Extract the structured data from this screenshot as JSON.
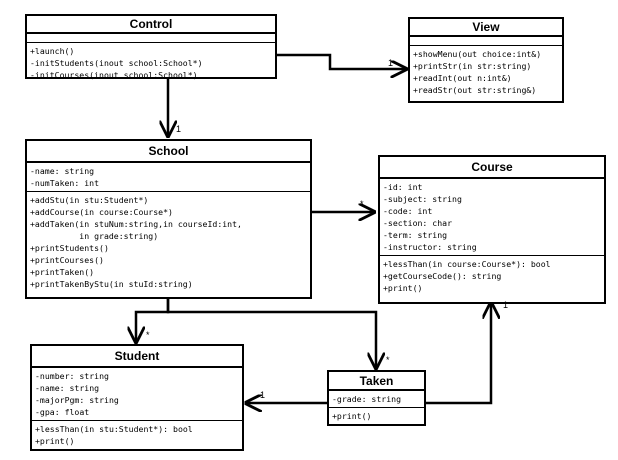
{
  "diagram": {
    "classes": {
      "control": {
        "name": "Control",
        "attributes": [],
        "operations": [
          "+launch()",
          "-initStudents(inout school:School*)",
          "-initCourses(inout school:School*)"
        ]
      },
      "view": {
        "name": "View",
        "attributes": [],
        "operations": [
          "+showMenu(out choice:int&)",
          "+printStr(in str:string)",
          "+readInt(out n:int&)",
          "+readStr(out str:string&)"
        ]
      },
      "school": {
        "name": "School",
        "attributes": [
          "-name: string",
          "-numTaken: int"
        ],
        "operations": [
          "+addStu(in stu:Student*)",
          "+addCourse(in course:Course*)",
          "+addTaken(in stuNum:string,in courseId:int,",
          "          in grade:string)",
          "+printStudents()",
          "+printCourses()",
          "+printTaken()",
          "+printTakenByStu(in stuId:string)"
        ]
      },
      "course": {
        "name": "Course",
        "attributes": [
          "-id: int",
          "-subject: string",
          "-code: int",
          "-section: char",
          "-term: string",
          "-instructor: string"
        ],
        "operations": [
          "+lessThan(in course:Course*): bool",
          "+getCourseCode(): string",
          "+print()"
        ]
      },
      "student": {
        "name": "Student",
        "attributes": [
          "-number: string",
          "-name: string",
          "-majorPgm: string",
          "-gpa: float"
        ],
        "operations": [
          "+lessThan(in stu:Student*): bool",
          "+print()"
        ]
      },
      "taken": {
        "name": "Taken",
        "attributes": [
          "-grade: string"
        ],
        "operations": [
          "+print()"
        ]
      }
    },
    "multiplicities": {
      "control_view": "1",
      "control_school": "1",
      "school_course": "*",
      "school_student": "*",
      "school_taken": "*",
      "taken_student": "1",
      "taken_course": "1"
    }
  }
}
